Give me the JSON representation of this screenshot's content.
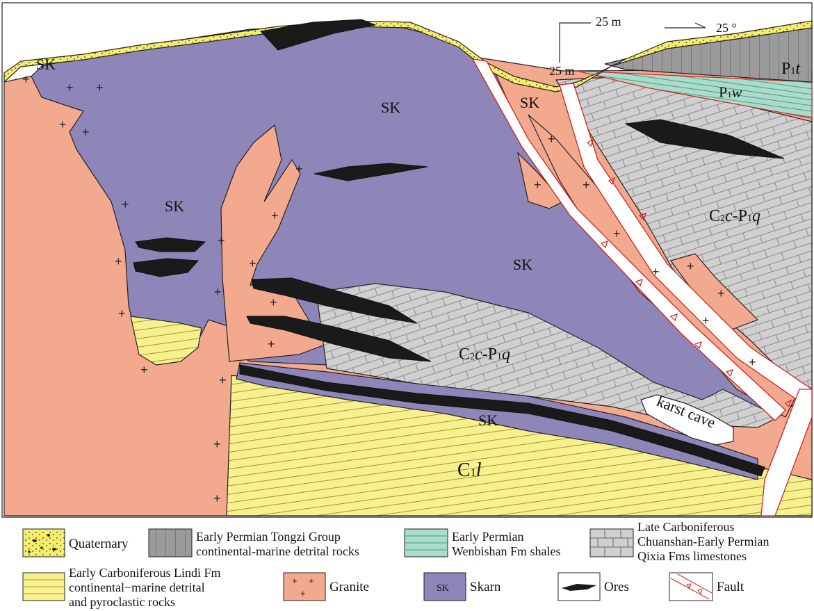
{
  "section_labels": {
    "sk_top_left": "SK",
    "sk_center": "SK",
    "sk_fault_zone": "SK",
    "sk_left": "SK",
    "sk_right_center": "SK",
    "sk_bottom": "SK",
    "p1t": "P",
    "p1t_sub": "1",
    "p1t_it": "t",
    "p1w": "P",
    "p1w_sub": "1",
    "p1w_it": "w",
    "c2c_right_a": "C",
    "c2c_right_sub1": "2",
    "c2c_right_it1": "c",
    "c2c_right_dash": "-P",
    "c2c_right_sub2": "1",
    "c2c_right_it2": "q",
    "c2c_mid_a": "C",
    "c2c_mid_sub1": "2",
    "c2c_mid_it1": "c",
    "c2c_mid_dash": "-P",
    "c2c_mid_sub2": "1",
    "c2c_mid_it2": "q",
    "c1l_a": "C",
    "c1l_sub": "1",
    "c1l_it": "l",
    "karst_cave": "karst cave"
  },
  "scale": {
    "horizontal": "25 m",
    "vertical": "25 m",
    "dip": "25 °"
  },
  "legend": {
    "quaternary": "Quaternary",
    "tongzi_line1": "Early Permian Tongzi Group",
    "tongzi_line2": "continental-marine detrital rocks",
    "wenbishan_line1": "Early Permian",
    "wenbishan_line2": "Wenbishan Fm shales",
    "chuanshan_line1": "Late Carboniferous",
    "chuanshan_line2": "Chuanshan-Early Permian",
    "chuanshan_line3": "Qixia Fms limestones",
    "lindi_line1": "Early Carboniferous Lindi Fm",
    "lindi_line2": "continental−marine detrital",
    "lindi_line3": "and pyroclastic rocks",
    "granite": "Granite",
    "skarn_swatch": "SK",
    "skarn": "Skarn",
    "ores": "Ores",
    "fault": "Fault"
  },
  "colors": {
    "skarn": "#8e86b8",
    "granite": "#f2a98e",
    "lindi": "#f7f08c",
    "limestone": "#d0d0d0",
    "shale": "#a8dccb",
    "tongzi": "#9b9b9b",
    "quaternary": "#f5ee6a",
    "ore": "#1a1a1a",
    "fault": "#e03030"
  }
}
